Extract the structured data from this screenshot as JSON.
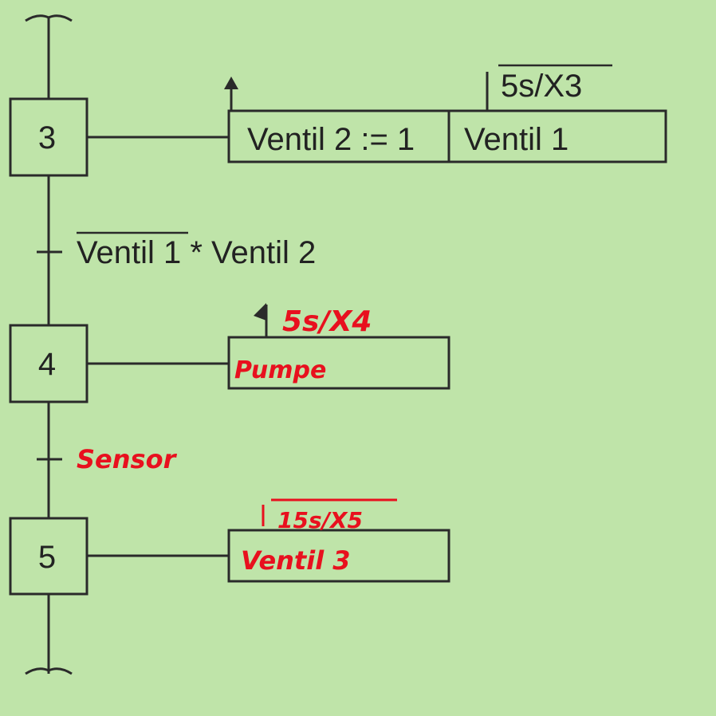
{
  "steps": [
    {
      "number": "3"
    },
    {
      "number": "4"
    },
    {
      "number": "5"
    }
  ],
  "step3": {
    "action_stored": "Ventil 2 := 1",
    "action_timed": "Ventil 1",
    "time_condition": "5s/X3"
  },
  "transition_3_4": {
    "neg_term": "Ventil 1",
    "rest": " * Ventil 2"
  },
  "step4": {
    "action": "Pumpe",
    "time_condition": "5s/X4"
  },
  "transition_4_5": {
    "condition": "Sensor"
  },
  "step5": {
    "action": "Ventil 3",
    "time_condition": "15s/X5"
  },
  "colors": {
    "background": "#bfe4a9",
    "line": "#2a2a2a",
    "handwriting": "#e8101e"
  }
}
